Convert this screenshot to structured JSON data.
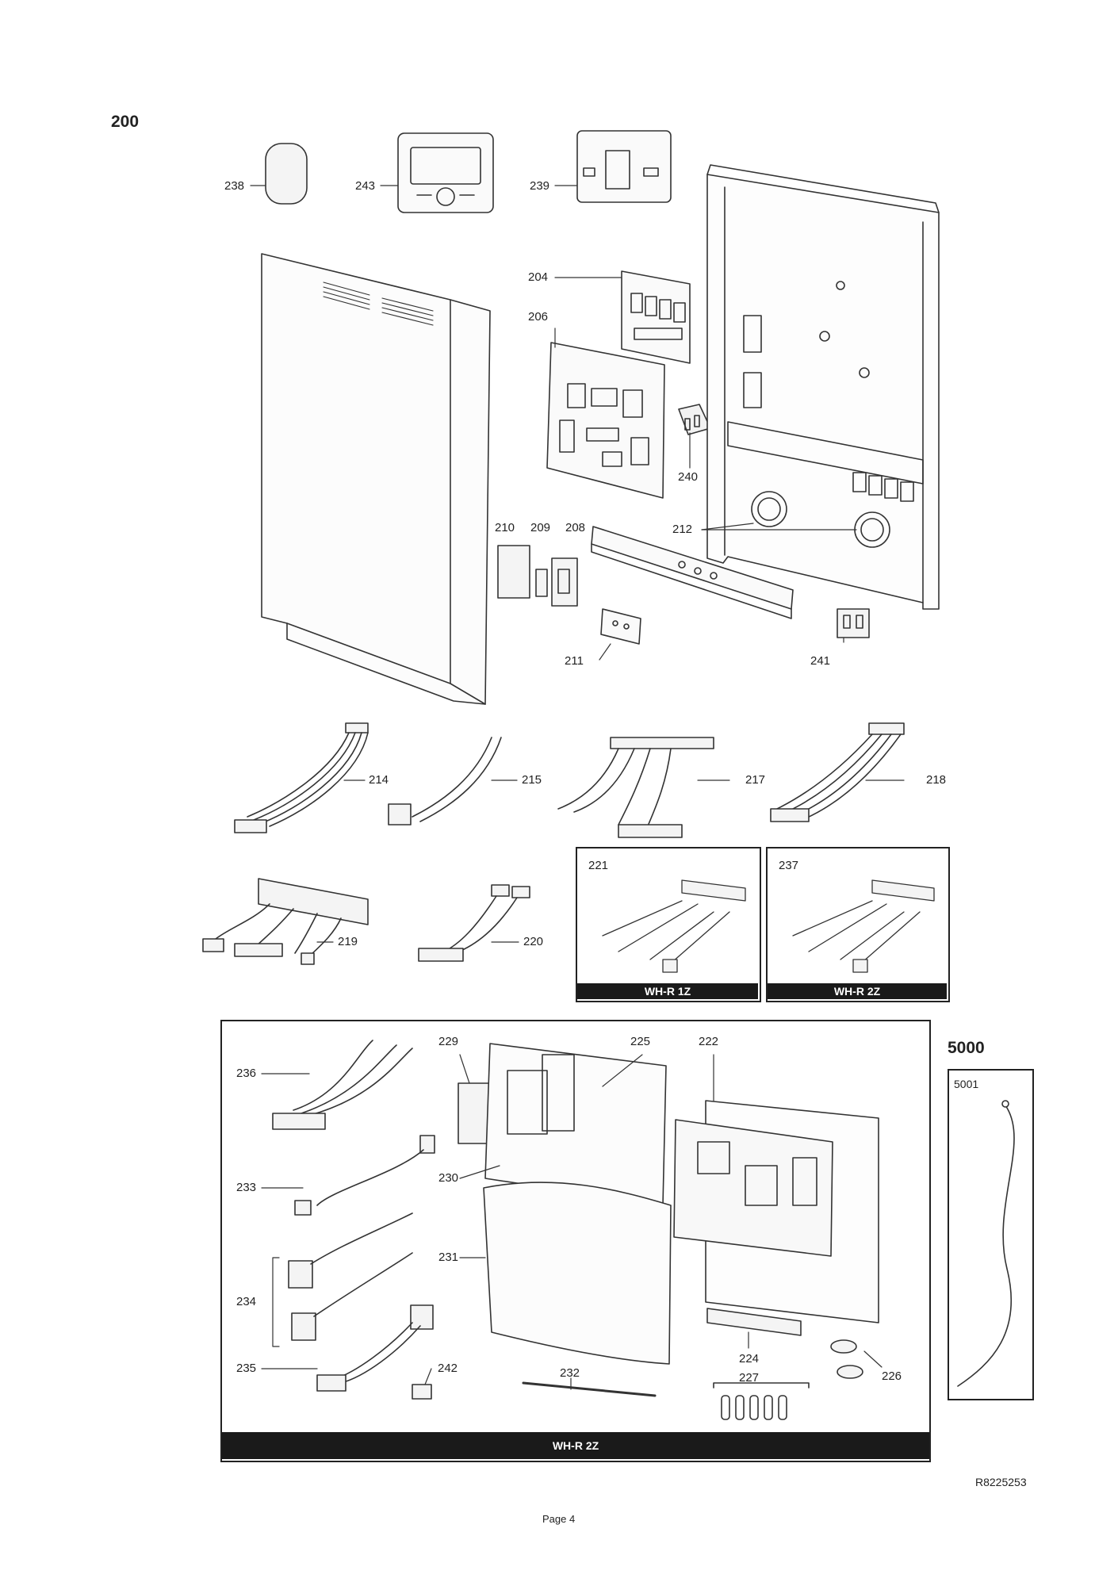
{
  "section_main": "200",
  "section_sensor": "5000",
  "labels": {
    "p238": "238",
    "p243": "243",
    "p239": "239",
    "p204": "204",
    "p206": "206",
    "p240": "240",
    "p210": "210",
    "p209": "209",
    "p208": "208",
    "p212": "212",
    "p211": "211",
    "p241": "241",
    "p214": "214",
    "p215": "215",
    "p217": "217",
    "p218": "218",
    "p221": "221",
    "p237": "237",
    "p219": "219",
    "p220": "220",
    "p236": "236",
    "p229": "229",
    "p225": "225",
    "p222": "222",
    "p233": "233",
    "p230": "230",
    "p231": "231",
    "p234": "234",
    "p235": "235",
    "p242": "242",
    "p232": "232",
    "p224": "224",
    "p227": "227",
    "p226": "226",
    "p5001": "5001"
  },
  "bars": {
    "kit_1z": "WH-R 1Z",
    "kit_2z": "WH-R 2Z",
    "main_2z": "WH-R 2Z"
  },
  "reference": "R8225253",
  "page_label": "Page 4"
}
